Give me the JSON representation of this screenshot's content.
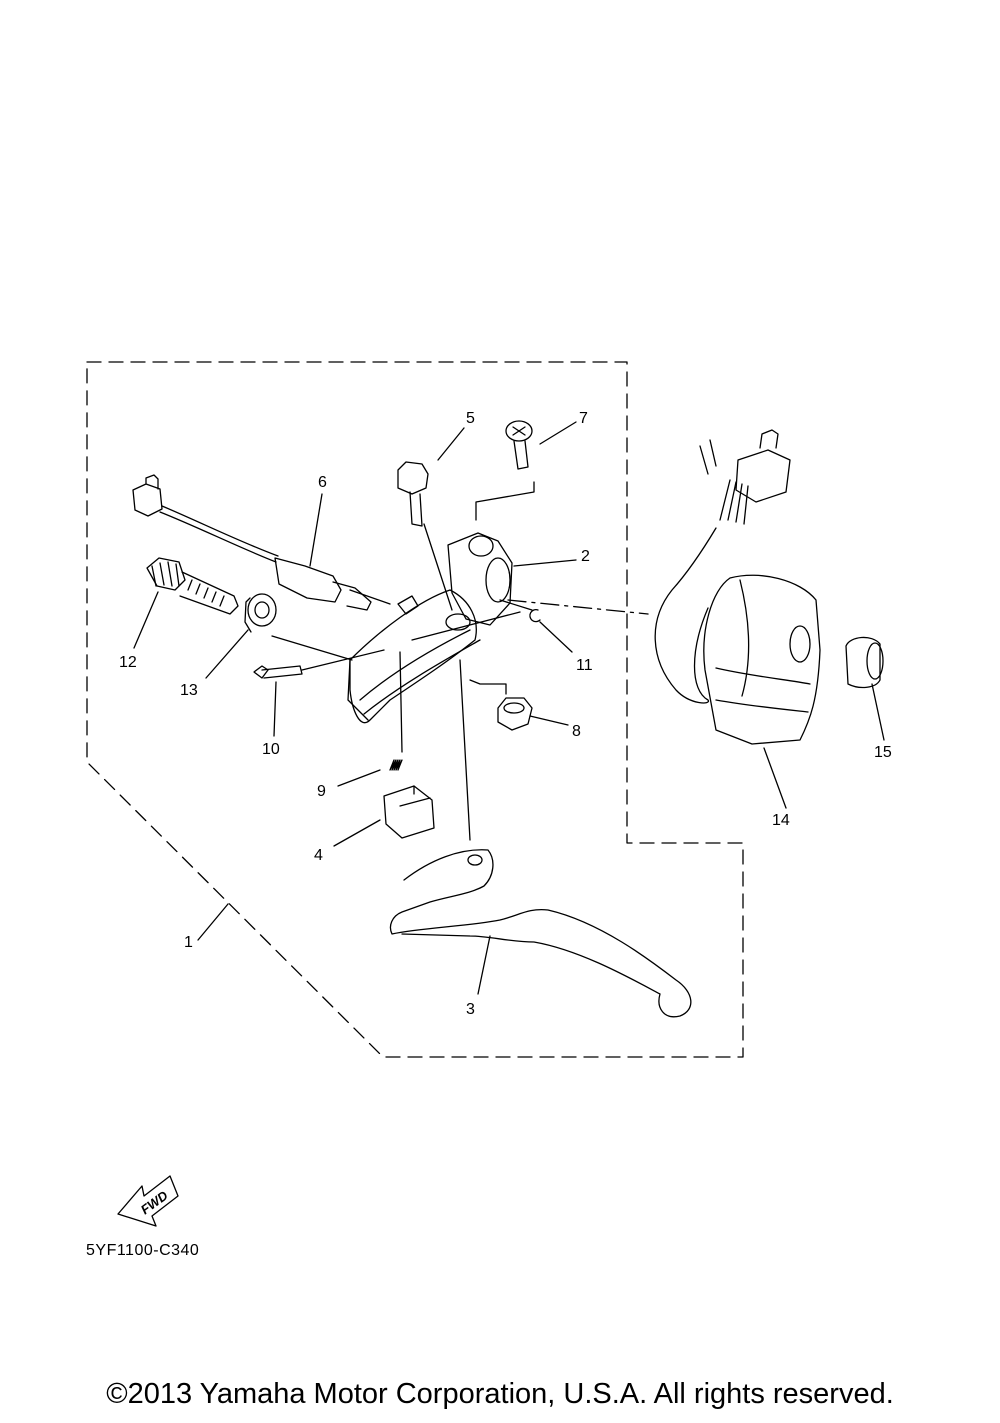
{
  "diagram": {
    "part_labels": {
      "p1": "1",
      "p2": "2",
      "p3": "3",
      "p4": "4",
      "p5": "5",
      "p6": "6",
      "p7": "7",
      "p8": "8",
      "p9": "9",
      "p10": "10",
      "p11": "11",
      "p12": "12",
      "p13": "13",
      "p14": "14",
      "p15": "15"
    },
    "fwd_label": "FWD",
    "drawing_code": "5YF1100-C340"
  },
  "footer": {
    "copyright": "©2013 Yamaha Motor Corporation, U.S.A. All rights reserved."
  }
}
